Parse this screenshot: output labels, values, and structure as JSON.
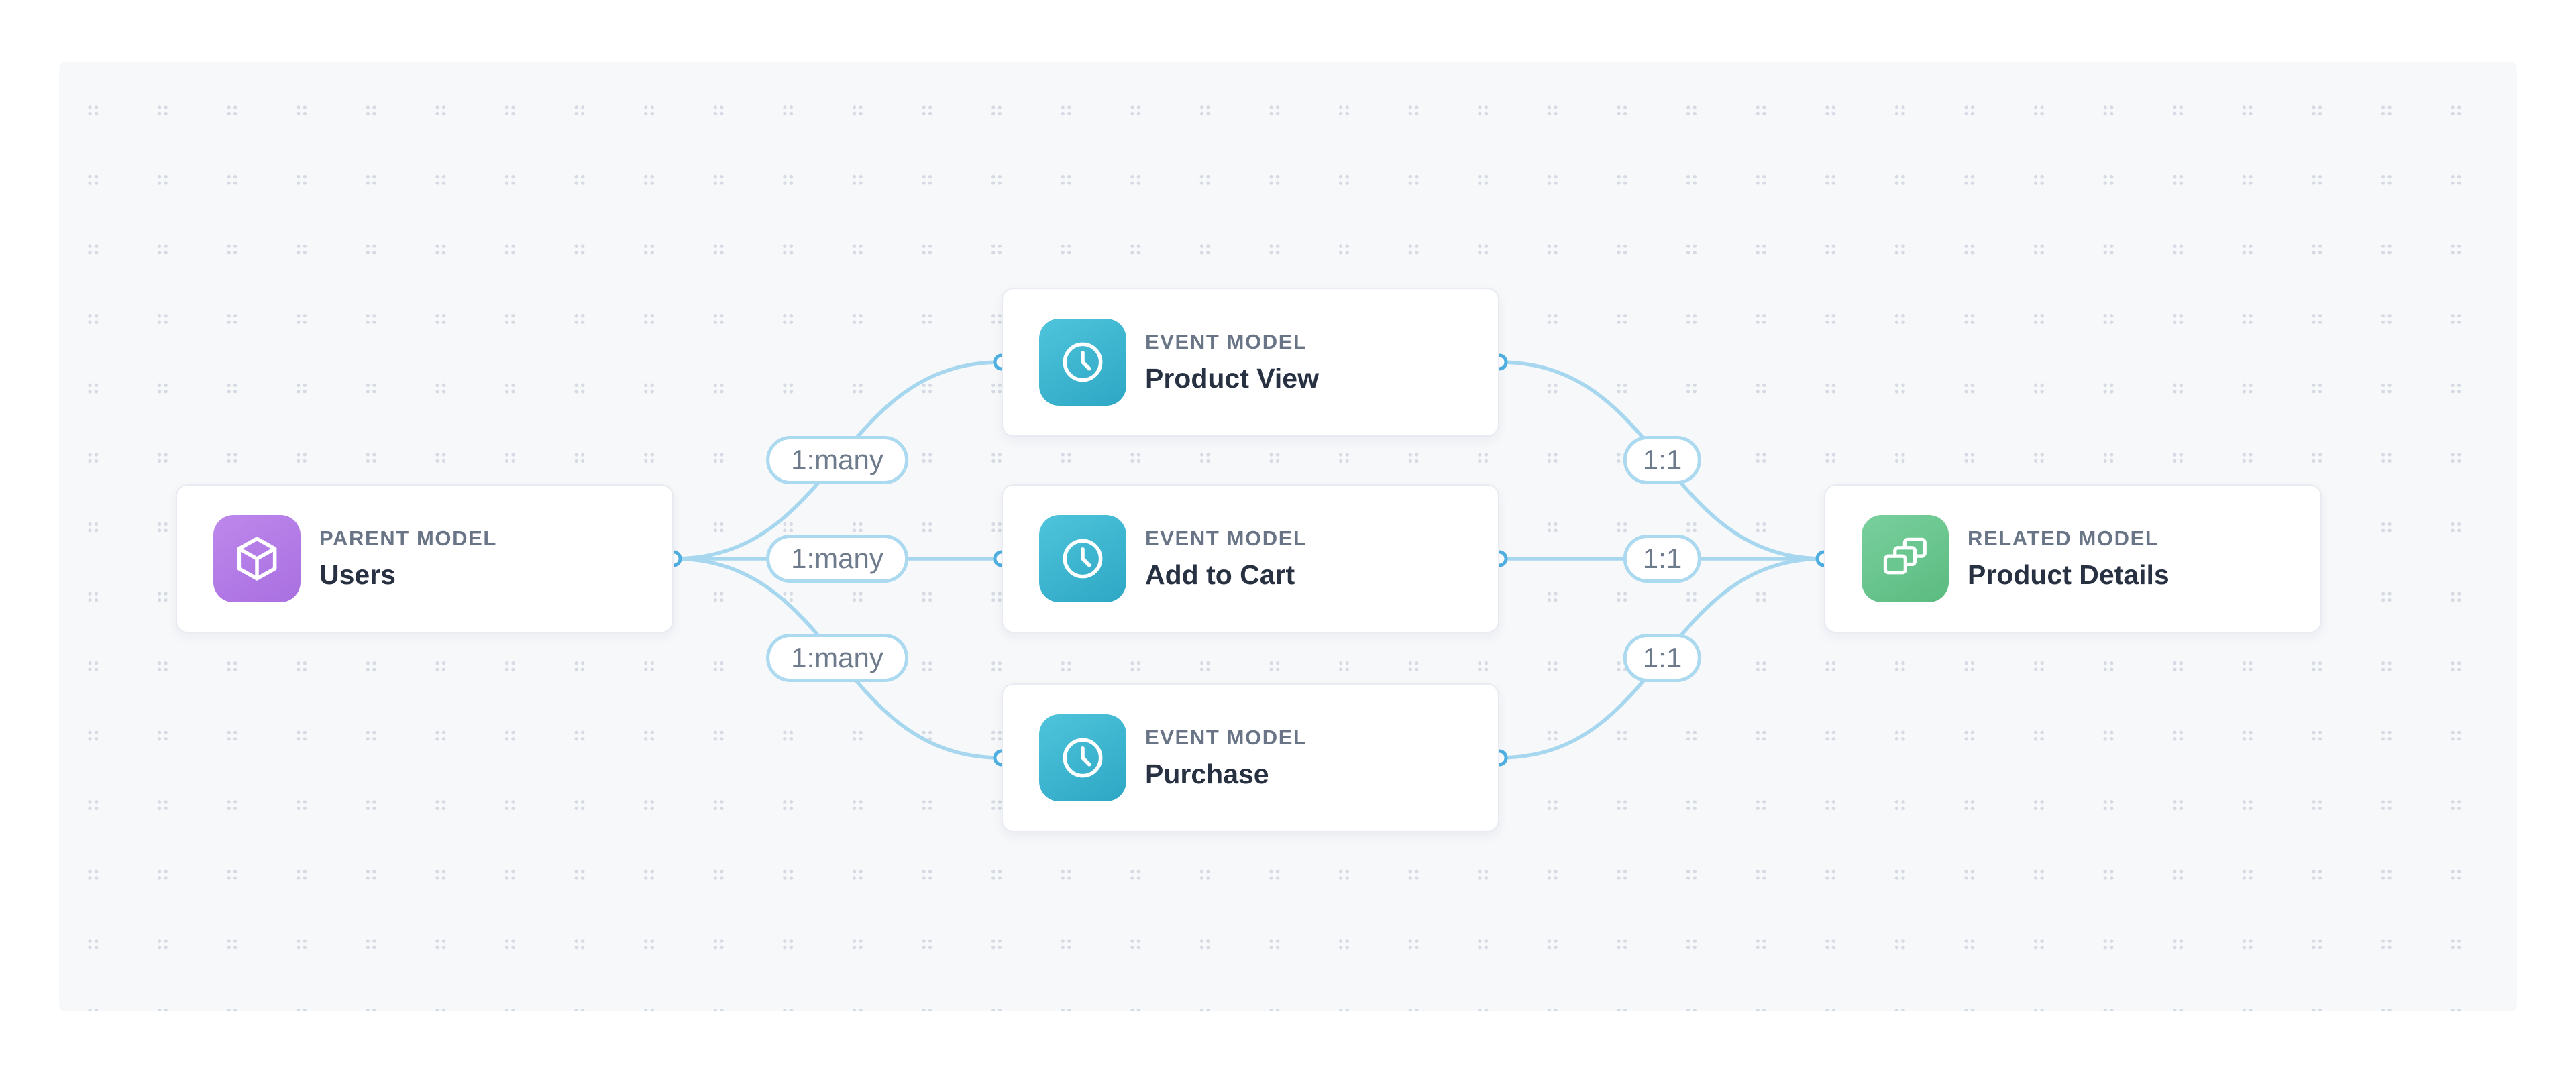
{
  "canvas": {
    "background_color": "#f7f8fa",
    "dot_color": "#d6dae2"
  },
  "colors": {
    "edge": "#a6d7ef",
    "handle_ring": "#4fb0e1",
    "pill_border": "#abd9f0",
    "pill_text": "#6e7b8c",
    "node_type_text": "#697586",
    "node_name_text": "#273142",
    "parent_icon": "#ae77e3",
    "event_icon": "#3bb5cf",
    "related_icon": "#69c78f"
  },
  "nodes": {
    "parent": {
      "type_label": "PARENT MODEL",
      "name": "Users",
      "icon": "cube-icon"
    },
    "event1": {
      "type_label": "EVENT MODEL",
      "name": "Product View",
      "icon": "clock-icon"
    },
    "event2": {
      "type_label": "EVENT MODEL",
      "name": "Add to Cart",
      "icon": "clock-icon"
    },
    "event3": {
      "type_label": "EVENT MODEL",
      "name": "Purchase",
      "icon": "clock-icon"
    },
    "related": {
      "type_label": "RELATED MODEL",
      "name": "Product Details",
      "icon": "layers-icon"
    }
  },
  "edges": [
    {
      "from": "Users",
      "to": "Product View",
      "label": "1:many"
    },
    {
      "from": "Users",
      "to": "Add to Cart",
      "label": "1:many"
    },
    {
      "from": "Users",
      "to": "Purchase",
      "label": "1:many"
    },
    {
      "from": "Product View",
      "to": "Product Details",
      "label": "1:1"
    },
    {
      "from": "Add to Cart",
      "to": "Product Details",
      "label": "1:1"
    },
    {
      "from": "Purchase",
      "to": "Product Details",
      "label": "1:1"
    }
  ]
}
